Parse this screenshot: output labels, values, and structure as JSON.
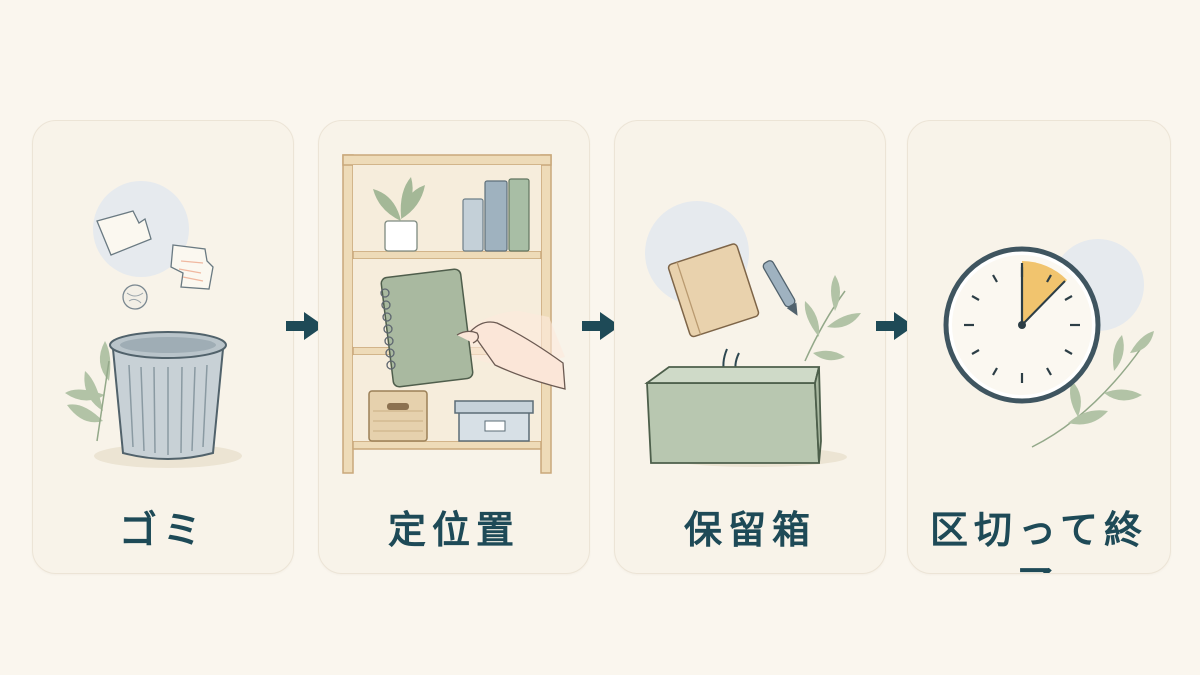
{
  "steps": [
    {
      "label": "ゴミ",
      "icon": "trash-bin-icon"
    },
    {
      "label": "定位置",
      "icon": "bookshelf-icon"
    },
    {
      "label": "保留箱",
      "icon": "holding-box-icon"
    },
    {
      "label": "区切って終了",
      "icon": "clock-timer-icon"
    }
  ],
  "colors": {
    "background": "#faf6ee",
    "card": "#f8f3e9",
    "label_text": "#1e4a57",
    "arrow": "#1e4a57",
    "leaf": "#a9bd9e",
    "accent_yellow": "#f1c46e"
  }
}
